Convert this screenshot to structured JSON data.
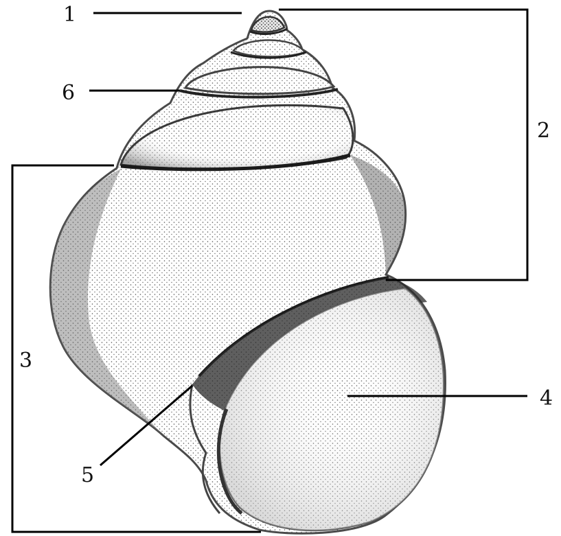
{
  "labels": {
    "apex": "1",
    "spire": "2",
    "body_whorl": "3",
    "aperture": "4",
    "umbilicus": "5",
    "suture": "6"
  }
}
